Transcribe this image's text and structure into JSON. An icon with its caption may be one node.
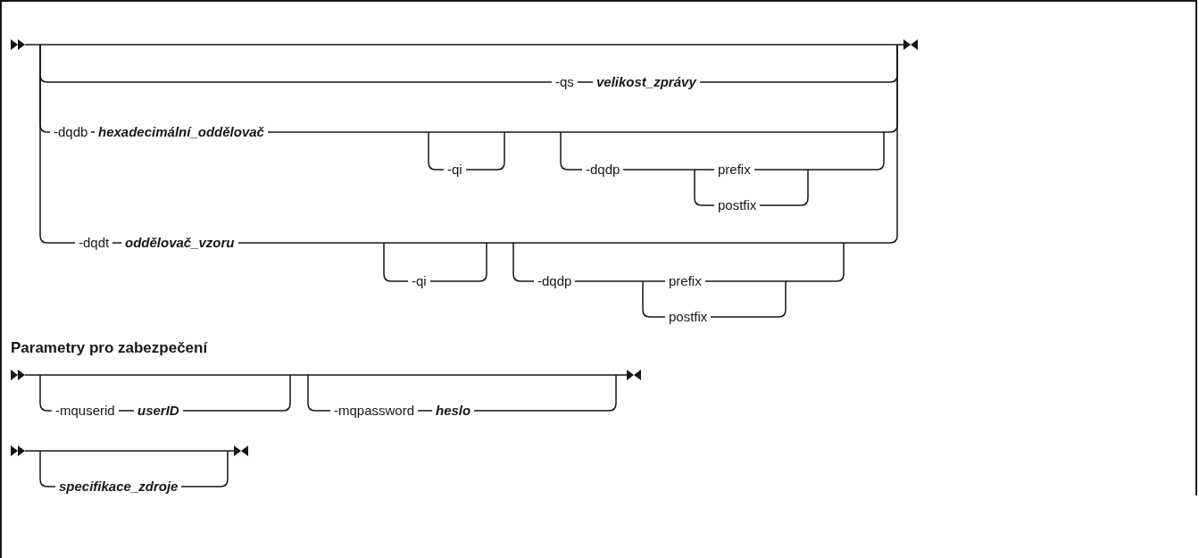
{
  "diagram": {
    "labels": [
      "-qs",
      "velikost_zprávy",
      "-dqdb",
      "hexadecimální_oddělovač",
      "-qi",
      "-dqdp",
      "prefix",
      "postfix",
      "-dqdt",
      "oddělovač_vzoru",
      "-qi",
      "-dqdp",
      "prefix",
      "postfix",
      "Parametry pro zabezpečení",
      "-mquserid",
      "userID",
      "-mqpassword",
      "heslo",
      "specifikace_zdroje"
    ]
  }
}
